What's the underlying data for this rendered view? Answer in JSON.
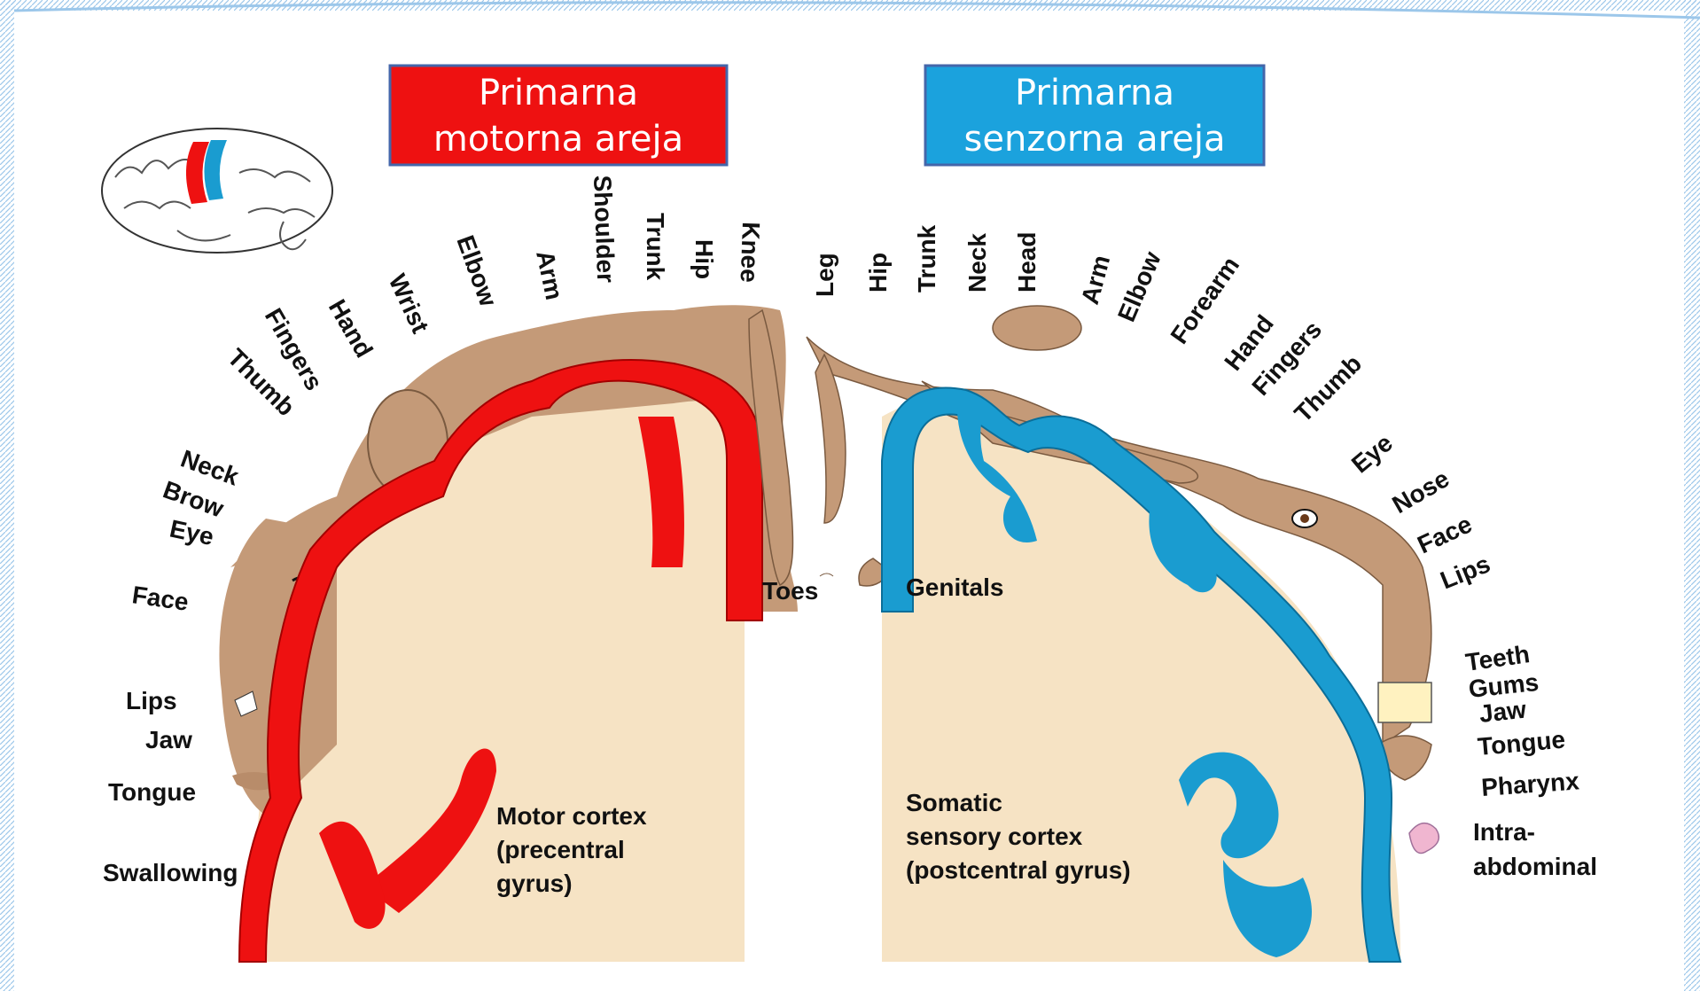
{
  "colors": {
    "motor": "#ee1111",
    "sensory": "#1a9cd0",
    "tissue": "#f6e3c4",
    "skin": "#c49a78",
    "frame": "#7fb8e6"
  },
  "titles": {
    "motor_line1": "Primarna",
    "motor_line2": "motorna areja",
    "sensory_line1": "Primarna",
    "sensory_line2": "senzorna  areja"
  },
  "motor": {
    "caption_line1": "Motor cortex",
    "caption_line2": "(precentral",
    "caption_line3": "gyrus)",
    "labels": [
      "Thumb",
      "Fingers",
      "Hand",
      "Wrist",
      "Elbow",
      "Arm",
      "Shoulder",
      "Trunk",
      "Hip",
      "Knee",
      "Neck",
      "Brow",
      "Eye",
      "Face",
      "Lips",
      "Jaw",
      "Tongue",
      "Swallowing",
      "Toes"
    ]
  },
  "sensory": {
    "caption_line1": "Somatic",
    "caption_line2": "sensory cortex",
    "caption_line3": "(postcentral gyrus)",
    "labels": [
      "Leg",
      "Hip",
      "Trunk",
      "Neck",
      "Head",
      "Arm",
      "Elbow",
      "Forearm",
      "Hand",
      "Fingers",
      "Thumb",
      "Eye",
      "Nose",
      "Face",
      "Lips",
      "Genitals",
      "Teeth",
      "Gums",
      "Jaw",
      "Tongue",
      "Pharynx",
      "Intra-",
      "abdominal"
    ]
  },
  "icons": {
    "brain": "brain-icon",
    "motor_homunculus": "homunculus-figure",
    "sensory_homunculus": "homunculus-figure"
  }
}
